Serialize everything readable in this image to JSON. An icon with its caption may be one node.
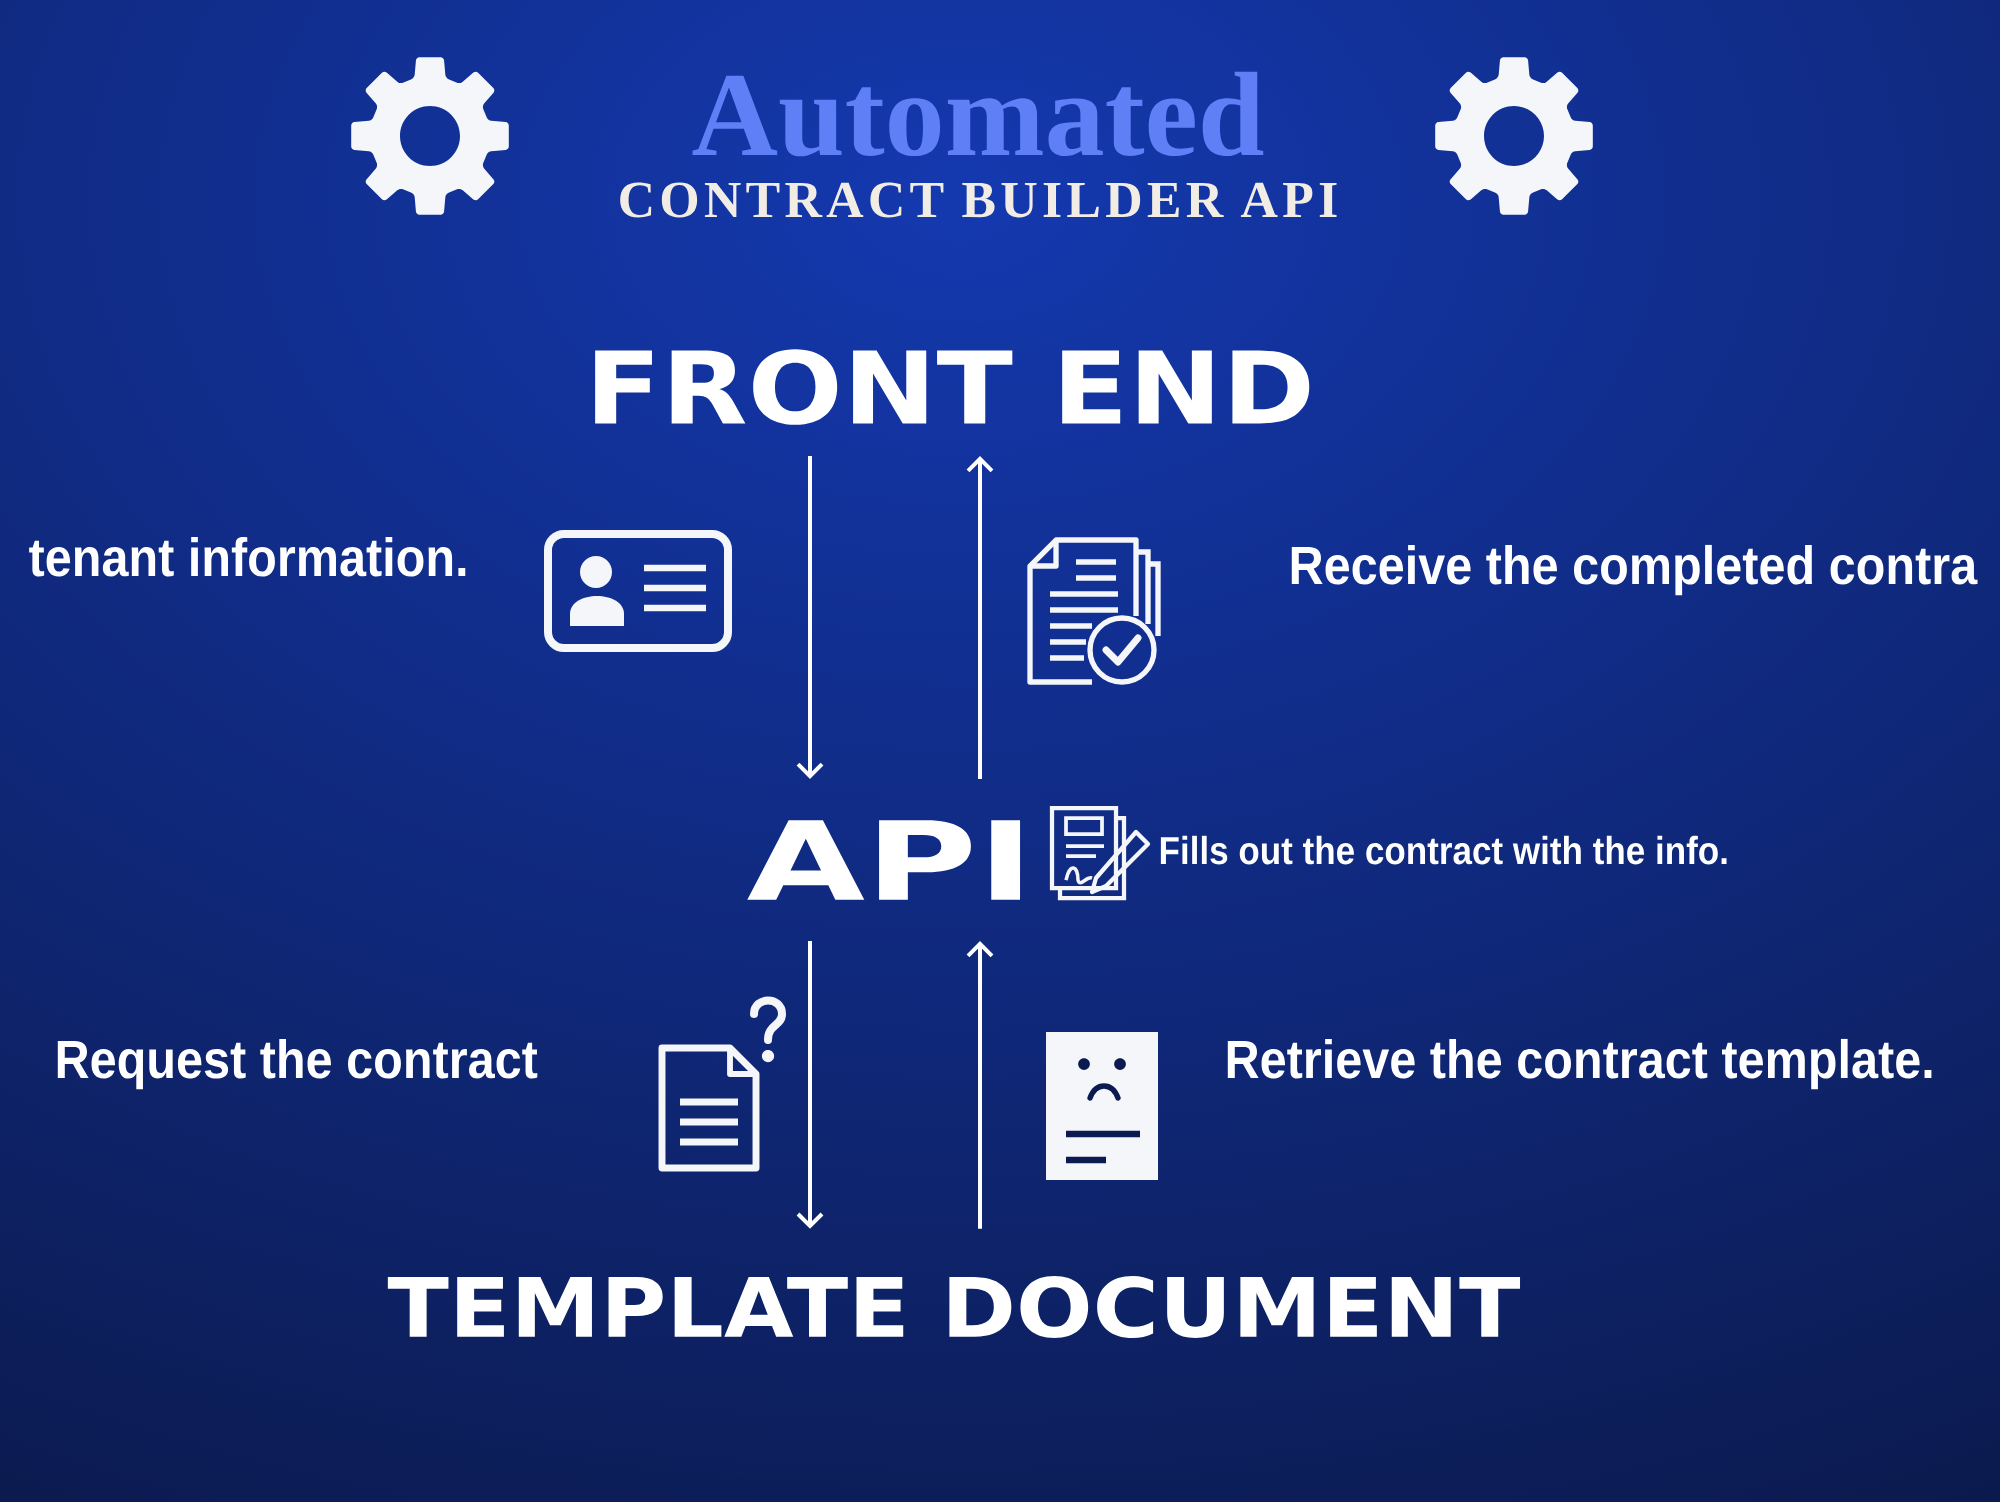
{
  "diagram": {
    "title": "Automated",
    "nodes": [
      {
        "text": [
          "FRONT END"
        ]
      },
      {
        "text": [
          "API"
        ],
        "beside": [
          "Fills out the contract with the info."
        ]
      },
      {
        "text": [
          "TEMPLATE DOCUMENT"
        ]
      }
    ],
    "edges": [
      {
        "from": 0,
        "to": 1,
        "arrow": "to"
      },
      {
        "from": 1,
        "to": 0,
        "arrow": "to"
      },
      {
        "from": 1,
        "to": 2,
        "arrow": "to"
      },
      {
        "from": 2,
        "to": 1,
        "arrow": "to"
      }
    ],
    "labels": [
      "CONTRACT BUILDER API",
      "tenant information.",
      "Receive the completed contra",
      "Request the contract",
      "Retrieve the contract template."
    ]
  }
}
